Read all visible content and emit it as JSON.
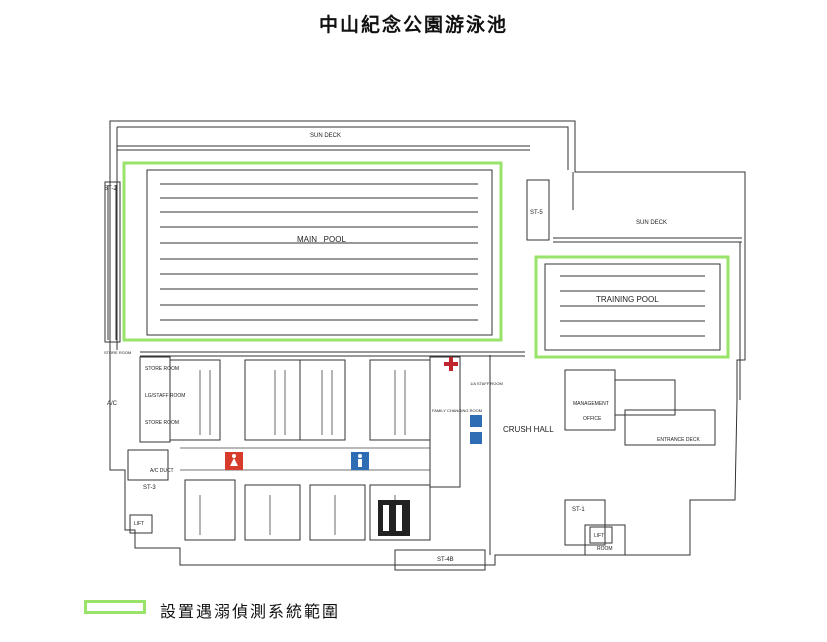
{
  "title": "中山紀念公園游泳池",
  "labels": {
    "sun_deck_top": "SUN DECK",
    "sun_deck_right": "SUN DECK",
    "main_pool": "MAIN   POOL",
    "training_pool": "TRAINING POOL",
    "st2": "ST-2",
    "st5": "ST-5",
    "st3": "ST-3",
    "st1": "ST-1",
    "st4b": "ST-4B",
    "store_room_1": "STORE ROOM",
    "store_room_2": "STORE ROOM",
    "lg_staff_room": "LG/STAFF ROOM",
    "store_room_left": "STORE ROOM",
    "ac_left": "A/C",
    "ac_duct": "A/C DUCT",
    "lift_left": "LIFT",
    "lift_right": "LIFT",
    "crush_hall": "CRUSH HALL",
    "management": "MANAGEMENT",
    "office": "OFFICE",
    "entrance_deck": "ENTRANCE DECK",
    "first_aid_room": "1/A STAFF ROOM",
    "family_changing": "FAMILY CHANGING ROOM",
    "room_right": "ROOM"
  },
  "legend": {
    "text": "設置遇溺偵測系統範圍"
  },
  "colors": {
    "highlight": "#9ae36a",
    "female_sign": "#d63b2b",
    "male_sign": "#2e6db4",
    "accessible_sign": "#2e6db4",
    "first_aid": "#c0262e",
    "line": "#333333"
  },
  "icons": {
    "female": "female-toilet-icon",
    "male": "male-toilet-icon",
    "accessible": "wheelchair-icon",
    "first_aid": "first-aid-cross-icon"
  }
}
